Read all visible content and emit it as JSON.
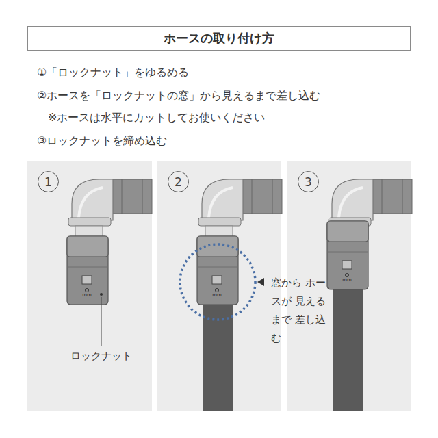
{
  "diagram": {
    "title": "ホースの取り付け方",
    "nodes": [
      {
        "text": [
          "1"
        ]
      },
      {
        "text": [
          "2"
        ]
      },
      {
        "text": [
          "3"
        ]
      }
    ],
    "labels": [
      "①「ロックナット」をゆるめる",
      "②ホースを「ロックナットの窓」から見えるまで差し込む",
      "※ホースは水平にカットしてお使いください",
      "③ロックナットを締め込む",
      "ロックナット",
      "窓から ホースが 見えるまで 差し込む",
      "mm",
      "mm",
      "mm"
    ]
  }
}
